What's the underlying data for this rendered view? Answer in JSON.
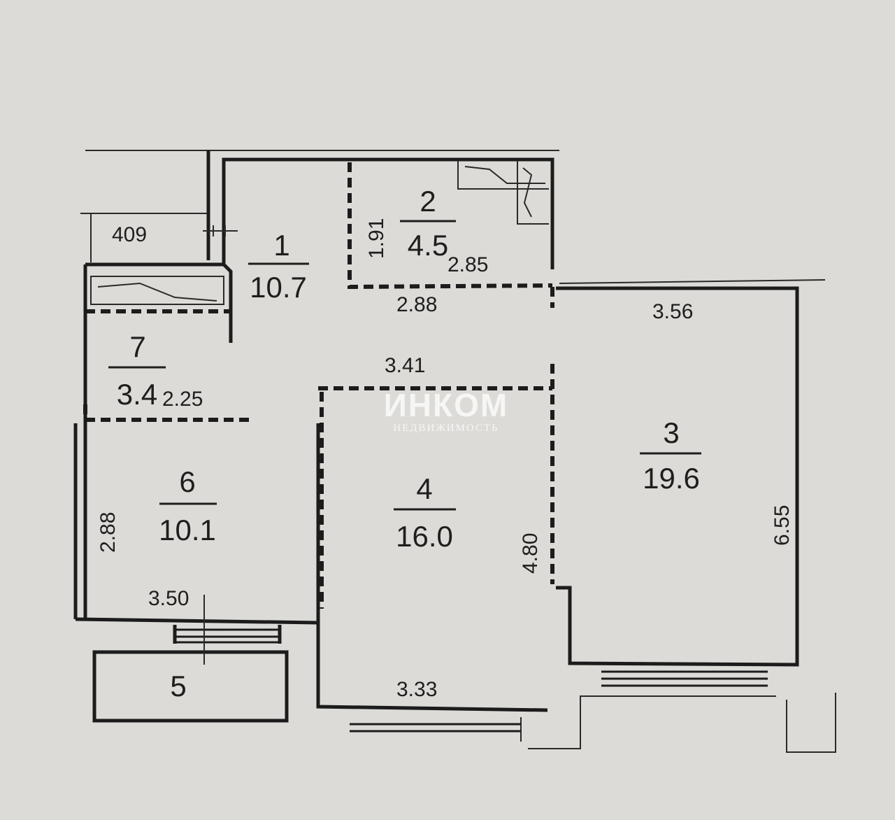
{
  "rooms": [
    {
      "id": "1",
      "area": "10.7"
    },
    {
      "id": "2",
      "area": "4.5"
    },
    {
      "id": "3",
      "area": "19.6"
    },
    {
      "id": "4",
      "area": "16.0"
    },
    {
      "id": "5"
    },
    {
      "id": "6",
      "area": "10.1"
    },
    {
      "id": "7",
      "area": "3.4"
    }
  ],
  "dimensions": {
    "d409": "409",
    "d191": "1.91",
    "d285": "2.85",
    "d288_top": "2.88",
    "d356": "3.56",
    "d341": "3.41",
    "d225": "2.25",
    "d288_left": "2.88",
    "d350": "3.50",
    "d480": "4.80",
    "d655": "6.55",
    "d333": "3.33"
  },
  "watermark": {
    "brand": "ИНКОМ",
    "tagline": "НЕДВИЖИМОСТЬ"
  }
}
